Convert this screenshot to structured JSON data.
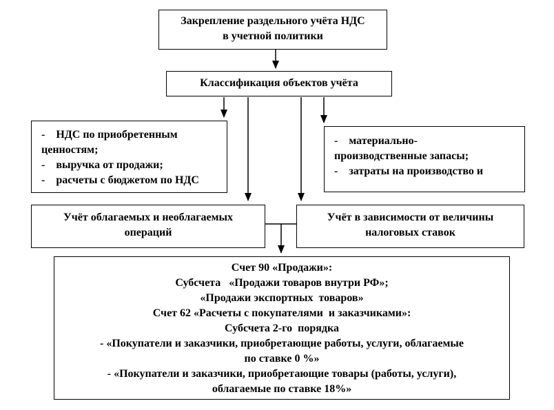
{
  "colors": {
    "line": "#000000",
    "background": "#ffffff",
    "text": "#000000"
  },
  "boxes": {
    "policy": {
      "lines": [
        "Закрепление раздельного учёта НДС",
        "в учетной политики"
      ]
    },
    "classification": {
      "lines": [
        "Классификация объектов учёта"
      ]
    },
    "left_objects": {
      "lines": [
        "-    НДС по приобретенным",
        "ценностям;",
        "-    выручка от продажи;",
        "-    расчеты с бюджетом по НДС"
      ]
    },
    "right_objects": {
      "lines": [
        "-    материально-",
        "производственные запасы;",
        "-    затраты на производство и"
      ]
    },
    "taxable_operations": {
      "lines": [
        "Учёт облагаемых и необлагаемых",
        "операций"
      ]
    },
    "tax_rates": {
      "lines": [
        "Учёт в зависимости от величины",
        "налоговых ставок"
      ]
    },
    "accounts": {
      "lines": [
        "Счет 90 «Продажи»:",
        "Субсчета   «Продажи товаров внутри РФ»;",
        "«Продажи экспортных  товаров»",
        "Счет 62 «Расчеты с покупателями  и заказчиками»:",
        "Субсчета 2-го  порядка",
        "- «Покупатели и заказчики, приобретающие работы, услуги, облагаемые",
        "по ставке 0 %»",
        "- «Покупатели и заказчики, приобретающие товары (работы, услуги),",
        "облагаемые по ставке 18%»"
      ]
    }
  }
}
